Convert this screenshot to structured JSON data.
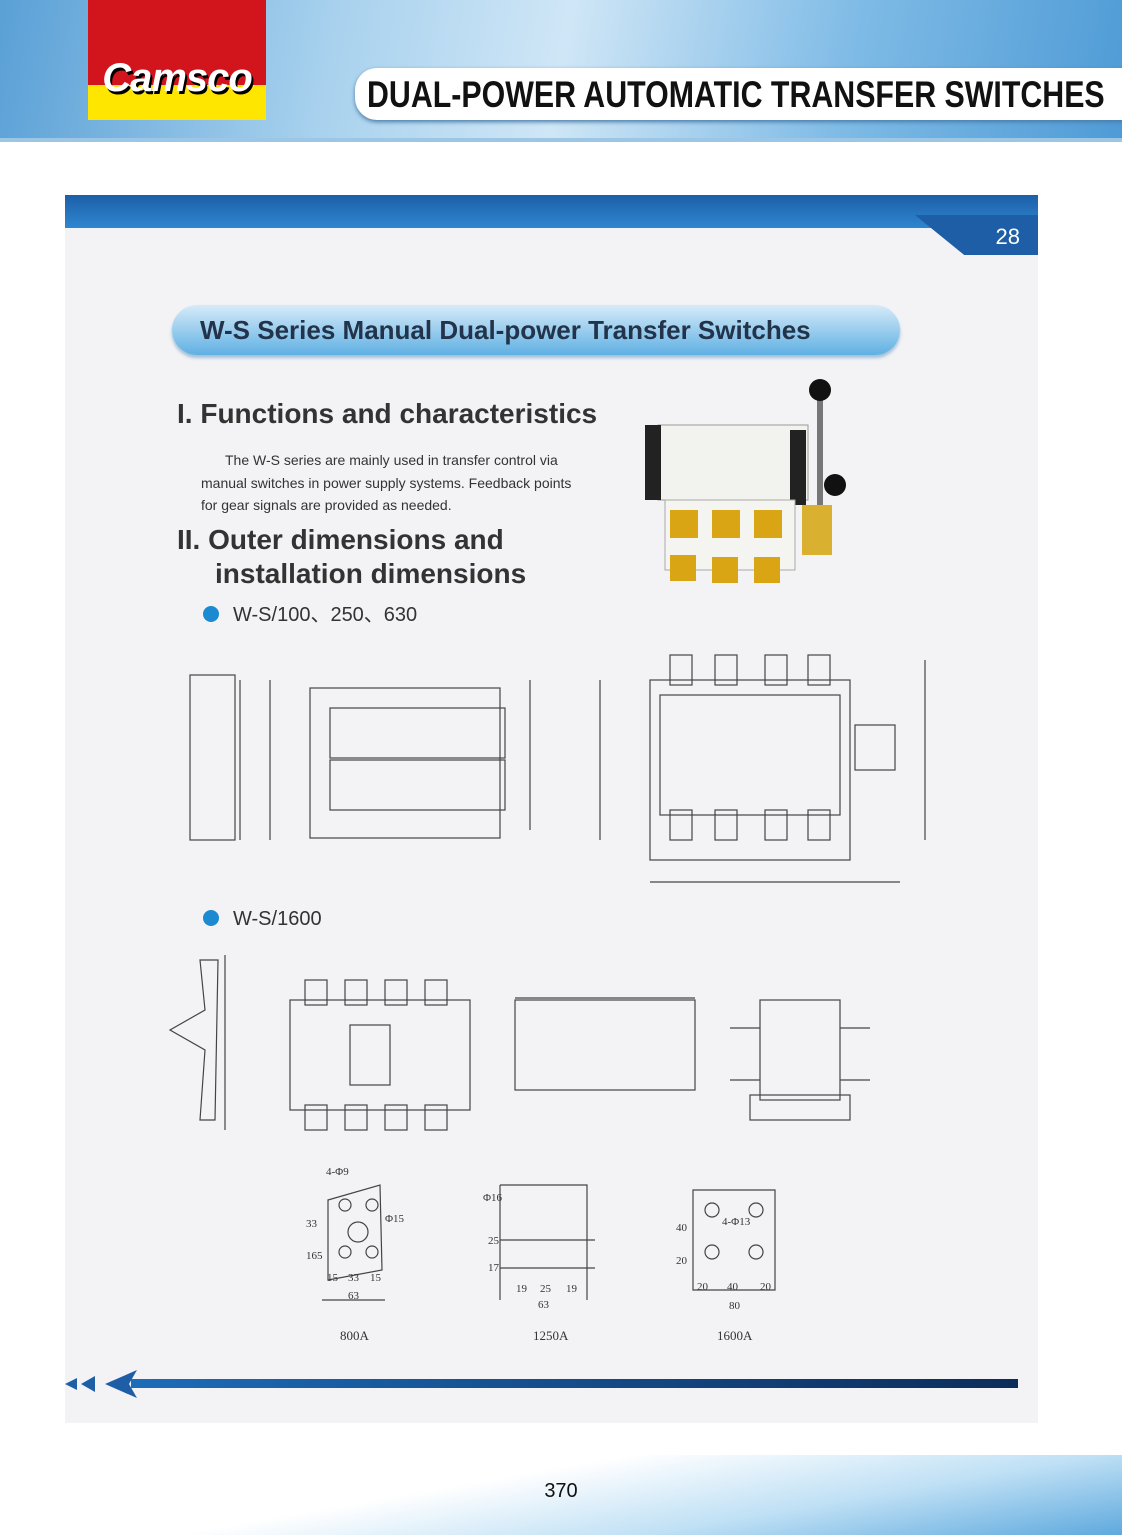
{
  "header": {
    "brand": "Camsco",
    "title": "DUAL-POWER AUTOMATIC TRANSFER SWITCHES"
  },
  "page_tab": "28",
  "section_title": "W-S Series Manual Dual-power Transfer Switches",
  "functions": {
    "heading": "I. Functions and characteristics",
    "lines": [
      "The W-S series are mainly used in transfer control via",
      "manual switches in power supply systems. Feedback points",
      "for gear signals are provided as needed."
    ]
  },
  "dimensions": {
    "heading_1": "II. Outer dimensions and",
    "heading_2": "installation dimensions",
    "models": [
      "W-S/100、250、630",
      "W-S/1600"
    ]
  },
  "details": [
    {
      "caption": "800A",
      "labels": [
        "4-Φ9",
        "Φ15",
        "33",
        "165",
        "15",
        "33",
        "15",
        "63"
      ]
    },
    {
      "caption": "1250A",
      "labels": [
        "Φ16",
        "25",
        "17",
        "19",
        "25",
        "19",
        "63"
      ]
    },
    {
      "caption": "1600A",
      "labels": [
        "4-Φ13",
        "40",
        "20",
        "20",
        "40",
        "20",
        "80"
      ]
    }
  ],
  "page_number": "370"
}
